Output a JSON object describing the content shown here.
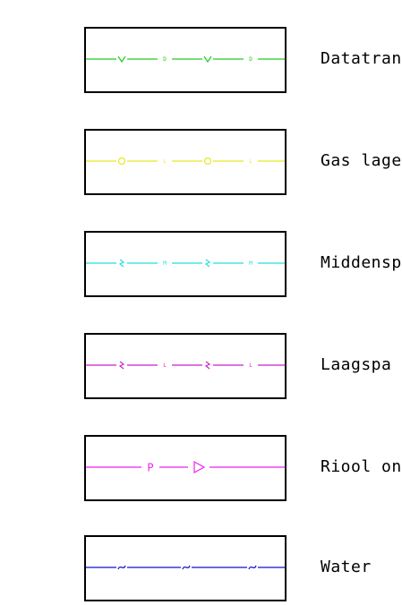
{
  "legend": {
    "items": [
      {
        "label": "Datatran",
        "color": "#22cc22",
        "symbols": [
          "v",
          "D",
          "v",
          "D"
        ],
        "style": "pattern"
      },
      {
        "label": "Gas lage",
        "color": "#e8e820",
        "symbols": [
          "o",
          "L",
          "o",
          "L"
        ],
        "style": "pattern"
      },
      {
        "label": "Middensp",
        "color": "#22dddd",
        "symbols": [
          "zigzag",
          "M",
          "zigzag",
          "M"
        ],
        "style": "pattern"
      },
      {
        "label": "Laagspa",
        "color": "#cc22cc",
        "symbols": [
          "zigzag",
          "L",
          "zigzag",
          "L"
        ],
        "style": "pattern"
      },
      {
        "label": "Riool on",
        "color": "#ee22ee",
        "symbols": [
          "P",
          "triangle"
        ],
        "style": "riool"
      },
      {
        "label": "Water",
        "color": "#1111cc",
        "symbols": [
          "wave",
          "wave",
          "wave"
        ],
        "style": "water"
      }
    ]
  }
}
